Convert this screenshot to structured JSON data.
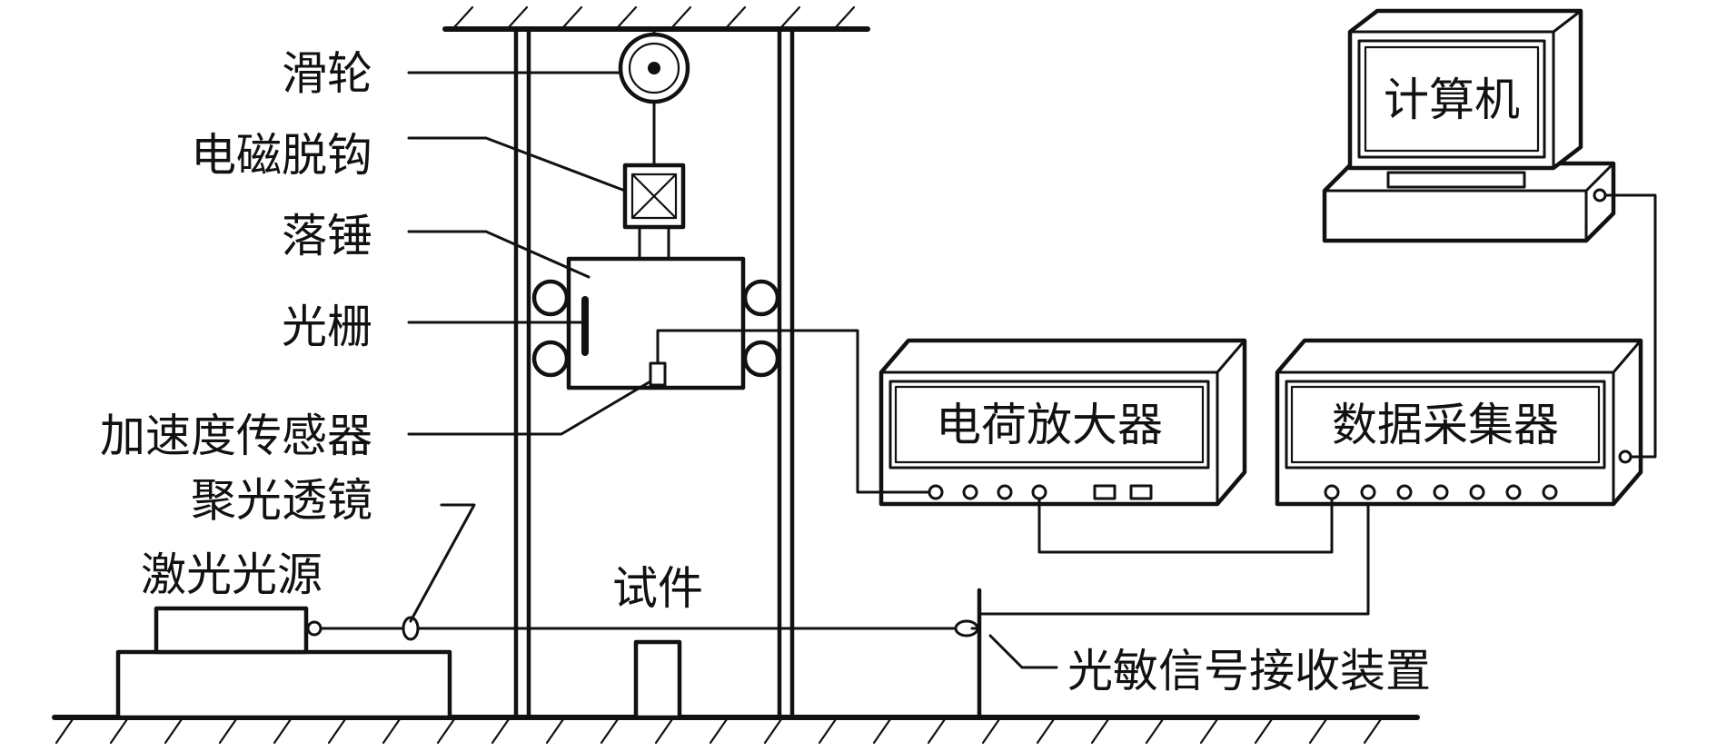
{
  "labels": {
    "pulley": "滑轮",
    "electromagnetic_hook": "电磁脱钩",
    "drop_hammer": "落锤",
    "grating": "光栅",
    "acceleration_sensor": "加速度传感器",
    "condenser_lens": "聚光透镜",
    "laser_source": "激光光源",
    "specimen": "试件",
    "photosensitive_receiver": "光敏信号接收装置"
  },
  "devices": {
    "computer": "计算机",
    "charge_amplifier": "电荷放大器",
    "data_acquisition": "数据采集器"
  }
}
